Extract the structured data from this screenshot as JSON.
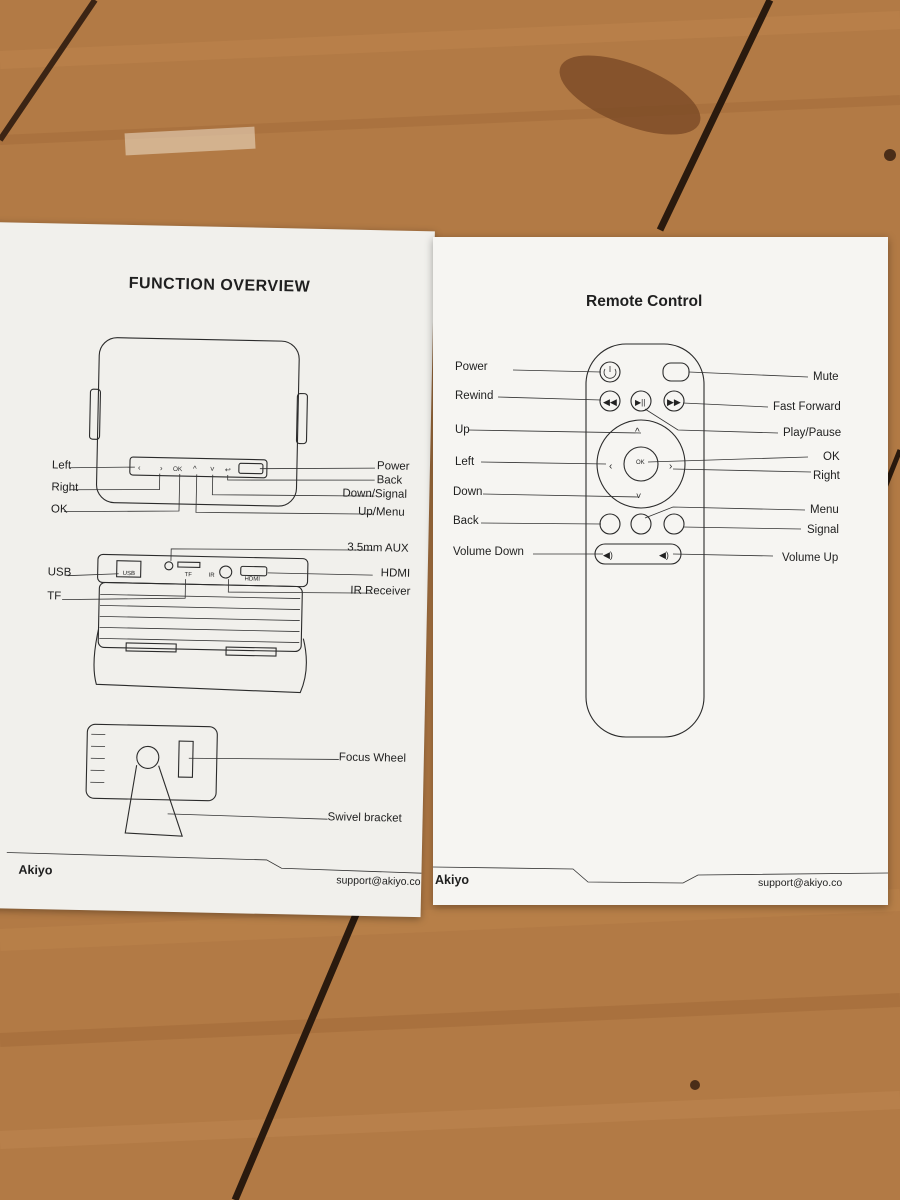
{
  "left_page": {
    "title": "FUNCTION OVERVIEW",
    "labels": {
      "left": "Left",
      "right": "Right",
      "ok": "OK",
      "power": "Power",
      "back": "Back",
      "down_signal": "Down/Signal",
      "up_menu": "Up/Menu",
      "aux": "3.5mm AUX",
      "usb": "USB",
      "hdmi": "HDMI",
      "tf": "TF",
      "ir_receiver": "IR Receiver",
      "focus_wheel": "Focus Wheel",
      "swivel_bracket": "Swivel bracket"
    },
    "port_text": {
      "usb": "USB",
      "tf": "TF",
      "ir": "IR",
      "hdmi": "HDMI"
    },
    "brand": "Akiyo",
    "support": "support@akiyo.co"
  },
  "right_page": {
    "title": "Remote Control",
    "labels": {
      "power": "Power",
      "rewind": "Rewind",
      "up": "Up",
      "left": "Left",
      "down": "Down",
      "back": "Back",
      "volume_down": "Volume Down",
      "mute": "Mute",
      "fast_forward": "Fast Forward",
      "play_pause": "Play/Pause",
      "ok": "OK",
      "right": "Right",
      "menu": "Menu",
      "signal": "Signal",
      "volume_up": "Volume Up"
    },
    "ok_button_text": "OK",
    "brand": "Akiyo",
    "support": "support@akiyo.co"
  },
  "colors": {
    "wood": "#b27a45",
    "paper": "#f3f2ee",
    "ink": "#1f1f1f"
  }
}
